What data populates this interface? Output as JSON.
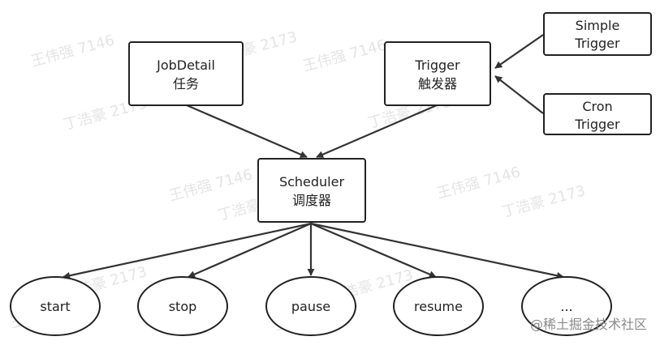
{
  "nodes": {
    "jobdetail": {
      "line1": "JobDetail",
      "line2": "任务"
    },
    "trigger": {
      "line1": "Trigger",
      "line2": "触发器"
    },
    "simple_trigger": {
      "line1": "Simple",
      "line2": "Trigger"
    },
    "cron_trigger": {
      "line1": "Cron",
      "line2": "Trigger"
    },
    "scheduler": {
      "line1": "Scheduler",
      "line2": "调度器"
    },
    "start": {
      "label": "start"
    },
    "stop": {
      "label": "stop"
    },
    "pause": {
      "label": "pause"
    },
    "resume": {
      "label": "resume"
    },
    "more": {
      "label": "..."
    }
  },
  "edges": [
    {
      "from": "simple_trigger",
      "to": "trigger"
    },
    {
      "from": "cron_trigger",
      "to": "trigger"
    },
    {
      "from": "jobdetail",
      "to": "scheduler"
    },
    {
      "from": "trigger",
      "to": "scheduler"
    },
    {
      "from": "scheduler",
      "to": "start"
    },
    {
      "from": "scheduler",
      "to": "stop"
    },
    {
      "from": "scheduler",
      "to": "pause"
    },
    {
      "from": "scheduler",
      "to": "resume"
    },
    {
      "from": "scheduler",
      "to": "more"
    }
  ],
  "watermarks": {
    "name_a": "王伟强 7146",
    "name_b": "丁浩豪 2173"
  },
  "credit": "@稀土掘金技术社区"
}
